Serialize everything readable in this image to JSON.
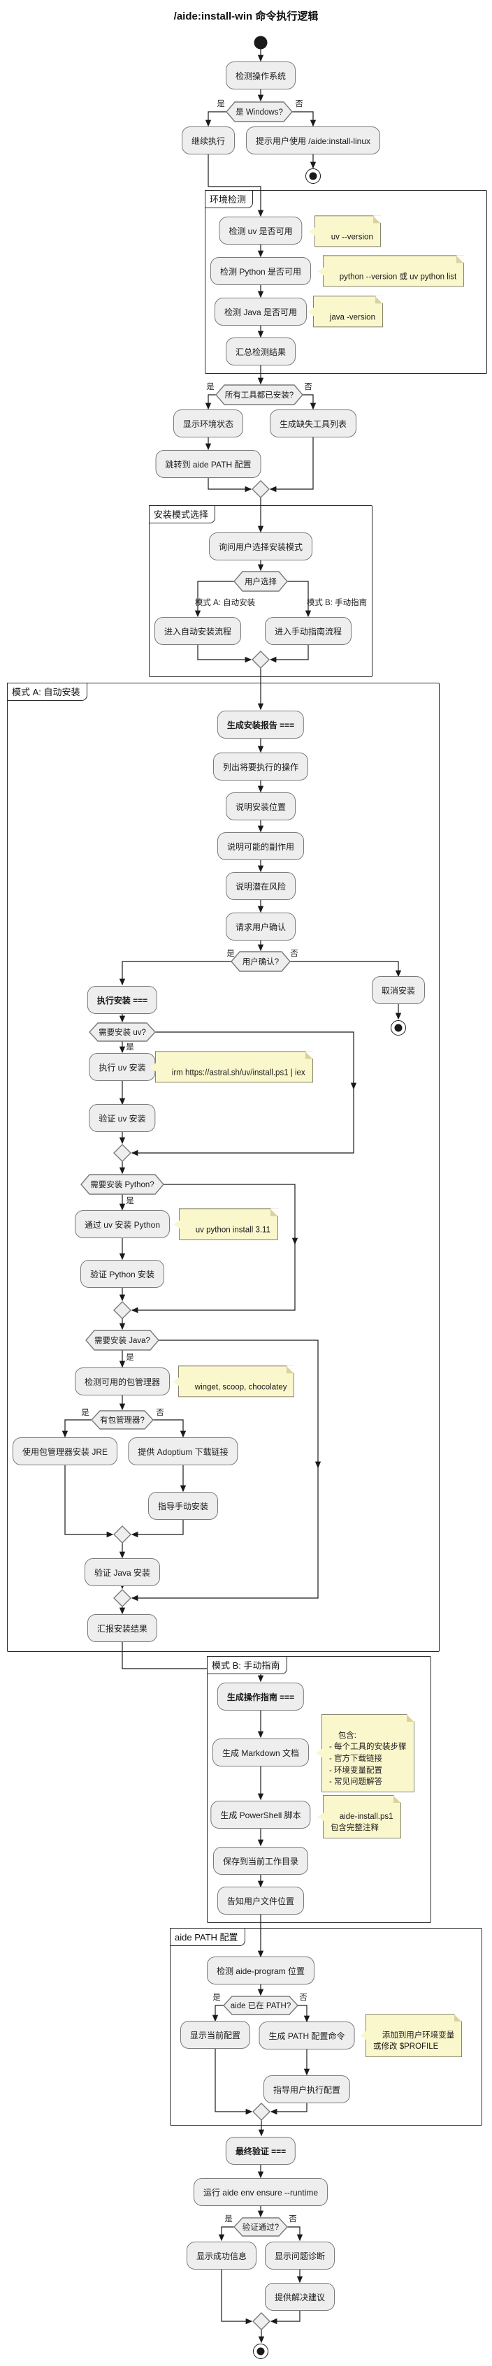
{
  "title": "/aide:install-win 命令执行逻辑",
  "labels": {
    "yes": "是",
    "no": "否",
    "mode_a_branch": "模式 A: 自动安装",
    "mode_b_branch": "模式 B: 手动指南"
  },
  "partitions": {
    "env": "环境检测",
    "mode_select": "安装模式选择",
    "mode_a": "模式 A: 自动安装",
    "mode_b": "模式 B: 手动指南",
    "aide_path": "aide PATH 配置"
  },
  "nodes": {
    "detect_os": "检测操作系统",
    "continue_exec": "继续执行",
    "prompt_linux": "提示用户使用 /aide:install-linux",
    "check_uv": "检测 uv 是否可用",
    "check_python": "检测 Python 是否可用",
    "check_java": "检测 Java 是否可用",
    "summary_check": "汇总检测结果",
    "show_env": "显示环境状态",
    "missing_list": "生成缺失工具列表",
    "jump_path": "跳转到 aide PATH 配置",
    "ask_mode": "询问用户选择安装模式",
    "enter_auto": "进入自动安装流程",
    "enter_manual": "进入手动指南流程",
    "gen_report": "生成安装报告 ===",
    "list_ops": "列出将要执行的操作",
    "install_loc": "说明安装位置",
    "side_effects": "说明可能的副作用",
    "risks": "说明潜在风险",
    "req_confirm": "请求用户确认",
    "exec_install": "执行安装 ===",
    "cancel": "取消安装",
    "install_uv": "执行 uv 安装",
    "verify_uv": "验证 uv 安装",
    "install_python": "通过 uv 安装 Python",
    "verify_python": "验证 Python 安装",
    "detect_pkgmgr": "检测可用的包管理器",
    "pkgmgr_jre": "使用包管理器安装 JRE",
    "adoptium": "提供 Adoptium 下载链接",
    "guide_manual": "指导手动安装",
    "verify_java": "验证 Java 安装",
    "report_result": "汇报安装结果",
    "gen_guide": "生成操作指南 ===",
    "gen_md": "生成 Markdown 文档",
    "gen_ps1": "生成 PowerShell 脚本",
    "save_cwd": "保存到当前工作目录",
    "tell_loc": "告知用户文件位置",
    "detect_aide": "检测 aide-program 位置",
    "show_config": "显示当前配置",
    "gen_path_cmd": "生成 PATH 配置命令",
    "guide_config": "指导用户执行配置",
    "final_verify": "最终验证 ===",
    "run_ensure": "运行 aide env ensure --runtime",
    "success_msg": "显示成功信息",
    "diagnose": "显示问题诊断",
    "suggest": "提供解决建议"
  },
  "decisions": {
    "is_windows": "是 Windows?",
    "all_installed": "所有工具都已安装?",
    "user_choice": "用户选择",
    "user_confirm": "用户确认?",
    "need_uv": "需要安装 uv?",
    "need_python": "需要安装 Python?",
    "need_java": "需要安装 Java?",
    "has_pkgmgr": "有包管理器?",
    "aide_in_path": "aide 已在 PATH?",
    "verify_pass": "验证通过?"
  },
  "notes": {
    "uv_version": "uv --version",
    "python_version": "python --version 或 uv python list",
    "java_version": "java -version",
    "irm_install": "irm https://astral.sh/uv/install.ps1 | iex",
    "uv_python_install": "uv python install 3.11",
    "pkg_managers": "winget, scoop, chocolatey",
    "md_contents": "包含:\n- 每个工具的安装步骤\n- 官方下载链接\n- 环境变量配置\n- 常见问题解答",
    "ps1_file": "aide-install.ps1\n包含完整注释",
    "path_profile": "添加到用户环境变量\n或修改 $PROFILE"
  }
}
